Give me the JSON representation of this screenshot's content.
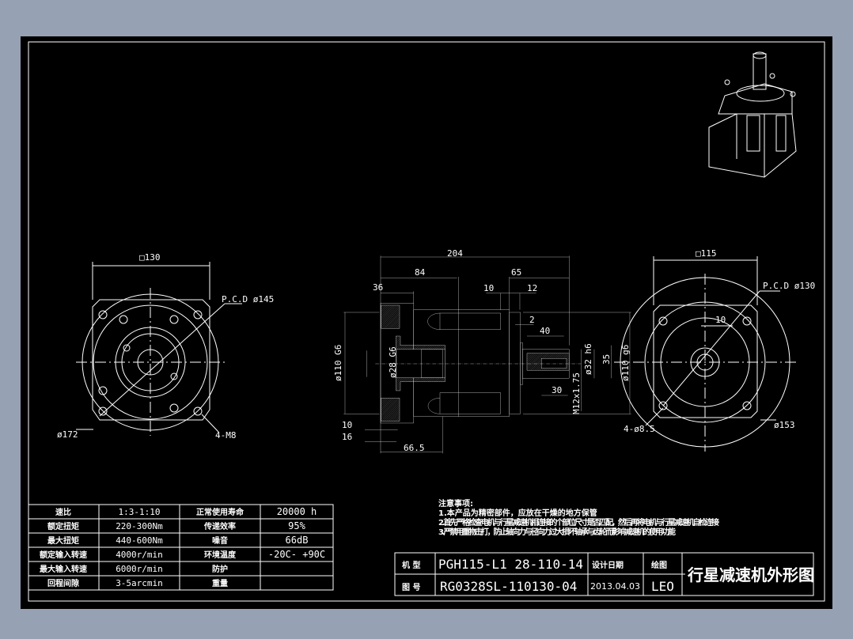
{
  "spec_table": {
    "rows": [
      {
        "label1": "速比",
        "value1": "1:3-1:10",
        "label2": "正常使用寿命",
        "value2": "20000 h"
      },
      {
        "label1": "额定扭矩",
        "value1": "220-300Nm",
        "label2": "传递效率",
        "value2": "95%"
      },
      {
        "label1": "最大扭矩",
        "value1": "440-600Nm",
        "label2": "噪音",
        "value2": "66dB"
      },
      {
        "label1": "额定输入转速",
        "value1": "4000r/min",
        "label2": "环境温度",
        "value2": "-20C- +90C"
      },
      {
        "label1": "最大输入转速",
        "value1": "6000r/min",
        "label2": "防护",
        "value2": ""
      },
      {
        "label1": "回程间隙",
        "value1": "3-5arcmin",
        "label2": "重量",
        "value2": ""
      }
    ]
  },
  "notes": {
    "heading": "注意事项:",
    "items": [
      "1.本产品为精密部件，应放在干燥的地方保管",
      "2.首先严格检查电机与行星减速机相连接的个部位尺寸是否匹配，然后再将电机与行星减速机自检连接",
      "3.严禁用重物击打，防止轴向力与径向力过大损坏轴承与齿轮而影响减速机的使用功能"
    ]
  },
  "title_block": {
    "model_label": "机 型",
    "model_value": "PGH115-L1 28-110-14",
    "date_label": "设计日期",
    "drawing_no_label": "图 号",
    "drawing_no_value": "RG0328SL-110130-04",
    "date_value": "2013.04.03",
    "drawn_label": "绘图",
    "drawn_value": "LEO",
    "title": "行星减速机外形图"
  },
  "left_view": {
    "square": "□130",
    "pcd": "P.C.D ø145",
    "outer": "ø172",
    "holes": "4-M8"
  },
  "right_view": {
    "square": "□115",
    "pcd": "P.C.D ø130",
    "dim10": "10",
    "outer": "ø153",
    "holes": "4-ø8.5"
  },
  "side_view": {
    "d204": "204",
    "d84": "84",
    "d36": "36",
    "d65": "65",
    "d10a": "10",
    "d12": "12",
    "d2": "2",
    "d40": "40",
    "d30": "30",
    "d110g6": "ø110 G6",
    "d28g6": "ø28 G6",
    "d32h6": "ø32 h6",
    "d35": "35",
    "d110g6b": "ø110 g6",
    "m12": "M12x1.75",
    "d10b": "10",
    "d16": "16",
    "d665": "66.5"
  }
}
